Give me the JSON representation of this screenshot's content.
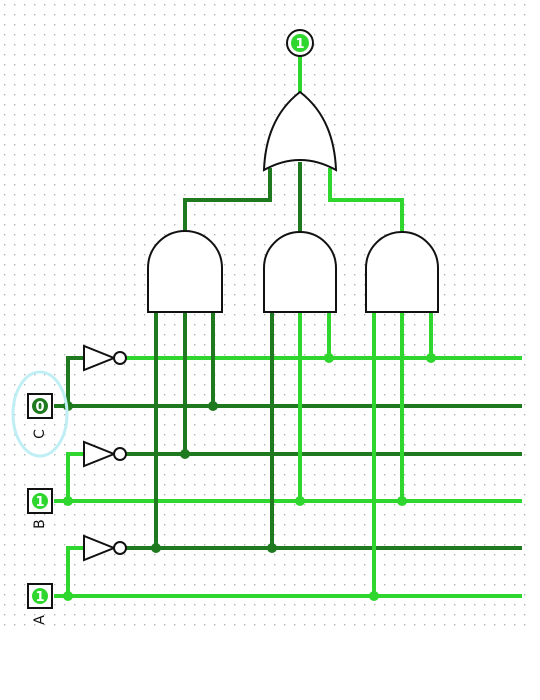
{
  "inputs": [
    {
      "label": "C",
      "value": "0",
      "selected": true
    },
    {
      "label": "B",
      "value": "1",
      "selected": false
    },
    {
      "label": "A",
      "value": "1",
      "selected": false
    }
  ],
  "output": {
    "value": "1"
  },
  "colors": {
    "wire_high": "#2ed62e",
    "wire_low": "#1f7a1f",
    "selection": "#bfeff5",
    "gate_stroke": "#111111",
    "grid_dot": "#b5b5b5"
  }
}
